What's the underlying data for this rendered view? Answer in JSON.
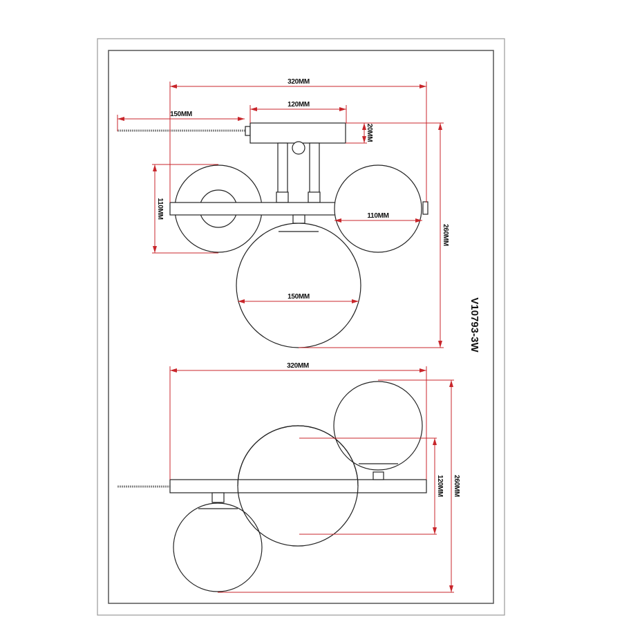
{
  "drawing": {
    "model": "V10793-3W",
    "colors": {
      "dimension": "#c8262b",
      "outline": "#222222",
      "frame": "#555555"
    },
    "top_view": {
      "overall_width": "320MM",
      "canopy_width": "120MM",
      "chain_length": "150MM",
      "canopy_height": "20MM",
      "left_globe_diameter": "110MM",
      "right_globe_diameter": "110MM",
      "center_globe_diameter": "150MM",
      "overall_height": "260MM"
    },
    "bottom_view": {
      "overall_width": "320MM",
      "center_globe_span": "120MM",
      "overall_height": "260MM"
    }
  }
}
